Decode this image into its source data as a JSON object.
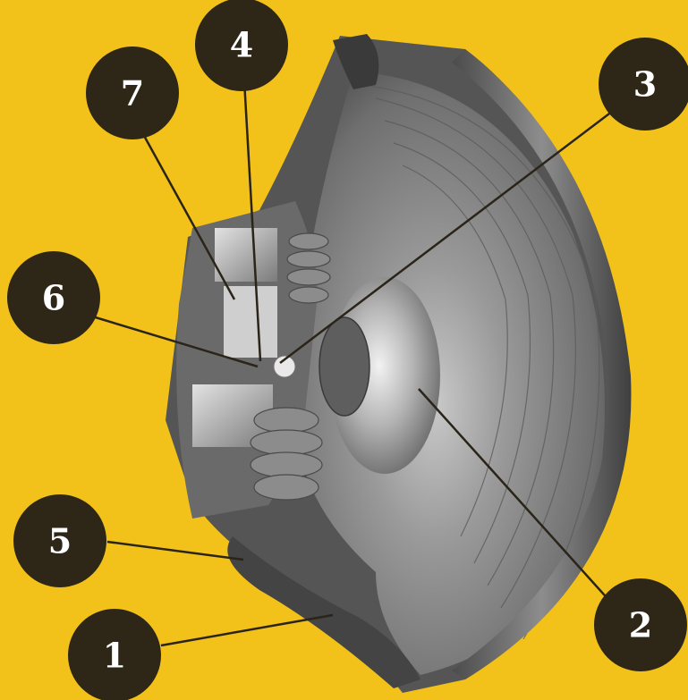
{
  "diagram": {
    "background_color": "#f3c21a",
    "callouts": [
      {
        "id": "callout-1",
        "label": "1"
      },
      {
        "id": "callout-2",
        "label": "2"
      },
      {
        "id": "callout-3",
        "label": "3"
      },
      {
        "id": "callout-4",
        "label": "4"
      },
      {
        "id": "callout-5",
        "label": "5"
      },
      {
        "id": "callout-6",
        "label": "6"
      },
      {
        "id": "callout-7",
        "label": "7"
      }
    ],
    "colors": {
      "bubble": "#2e2718",
      "number": "#ffffff",
      "speaker_body": "#5a5a5a",
      "speaker_cone": "#8a8a8a"
    }
  }
}
